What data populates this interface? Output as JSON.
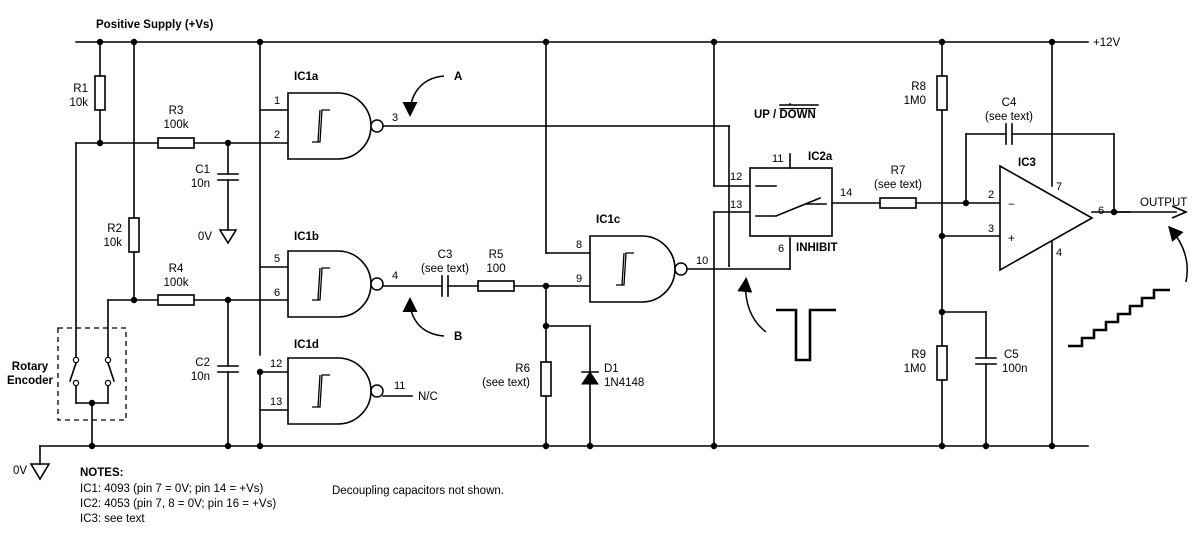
{
  "rails": {
    "positive_supply": "Positive Supply (+Vs)",
    "plus12": "+12V",
    "zero_v": "0V"
  },
  "components": {
    "R1": {
      "name": "R1",
      "value": "10k"
    },
    "R2": {
      "name": "R2",
      "value": "10k"
    },
    "R3": {
      "name": "R3",
      "value": "100k"
    },
    "R4": {
      "name": "R4",
      "value": "100k"
    },
    "R5": {
      "name": "R5",
      "value": "100"
    },
    "R6": {
      "name": "R6",
      "value": "(see text)"
    },
    "R7": {
      "name": "R7",
      "value": "(see text)"
    },
    "R8": {
      "name": "R8",
      "value": "1M0"
    },
    "R9": {
      "name": "R9",
      "value": "1M0"
    },
    "C1": {
      "name": "C1",
      "value": "10n"
    },
    "C2": {
      "name": "C2",
      "value": "10n"
    },
    "C3": {
      "name": "C3",
      "value": "(see text)"
    },
    "C4": {
      "name": "C4",
      "value": "(see text)"
    },
    "C5": {
      "name": "C5",
      "value": "100n"
    },
    "D1": {
      "name": "D1",
      "value": "1N4148"
    },
    "C1_gnd": "0V"
  },
  "ics": {
    "IC1a": "IC1a",
    "IC1b": "IC1b",
    "IC1c": "IC1c",
    "IC1d": "IC1d",
    "IC2a": "IC2a",
    "IC3": "IC3",
    "updown_up": "UP / ",
    "updown_down": "DOWN",
    "inhibit": "INHIBIT",
    "nc": "N/C",
    "output": "OUTPUT"
  },
  "pins": {
    "ic1a": [
      "1",
      "2",
      "3"
    ],
    "ic1b": [
      "5",
      "6",
      "4"
    ],
    "ic1c": [
      "8",
      "9",
      "10"
    ],
    "ic1d": [
      "12",
      "13",
      "11"
    ],
    "ic2a": [
      "11",
      "12",
      "13",
      "14",
      "6"
    ],
    "ic3": [
      "2",
      "3",
      "6",
      "7",
      "4"
    ]
  },
  "opamp_symbols": {
    "minus": "−",
    "plus": "+"
  },
  "markers": {
    "a": "A",
    "b": "B"
  },
  "encoder": {
    "line1": "Rotary",
    "line2": "Encoder"
  },
  "notes": {
    "heading": "NOTES:",
    "lines": [
      "IC1: 4093 (pin 7 = 0V; pin 14 = +Vs)",
      "IC2: 4053 (pin 7, 8 = 0V; pin 16 = +Vs)",
      "IC3: see text"
    ],
    "decoupling": "Decoupling capacitors not shown."
  }
}
